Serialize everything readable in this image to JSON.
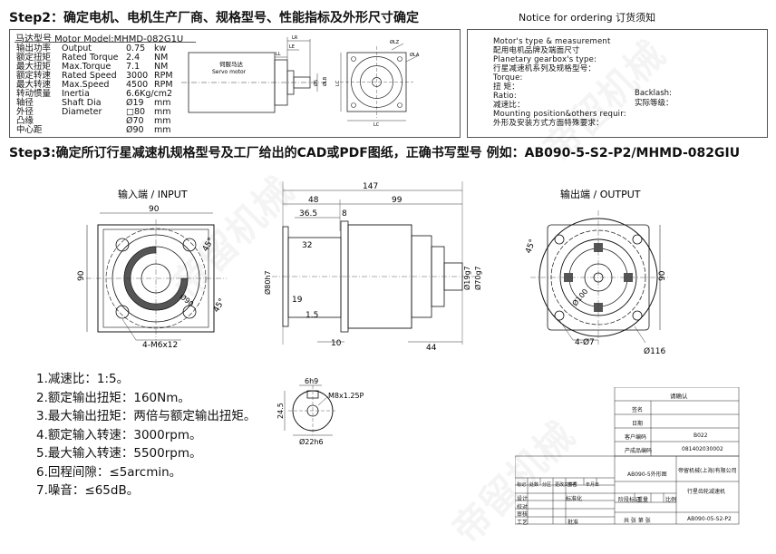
{
  "step2": {
    "title": "Step2：确定电机、电机生产厂商、规格型号、性能指标及外形尺寸确定"
  },
  "notice": {
    "title": "Notice for ordering  订货须知"
  },
  "motor": {
    "model_label": "马达型号 Motor Model:MHMD-082G1U",
    "rows": [
      {
        "cn": "输出功率",
        "en": "Output",
        "val": "0.75",
        "unit": "kw"
      },
      {
        "cn": "额定扭矩",
        "en": "Rated Torque",
        "val": "2.4",
        "unit": "NM"
      },
      {
        "cn": "最大扭矩",
        "en": "Max.Torque",
        "val": "7.1",
        "unit": "NM"
      },
      {
        "cn": "额定转速",
        "en": "Rated Speed",
        "val": "3000",
        "unit": "RPM"
      },
      {
        "cn": "最大转速",
        "en": "Max.Speed",
        "val": "4500",
        "unit": "RPM"
      },
      {
        "cn": "转动惯量",
        "en": "Inertia",
        "val": "6.6Kg/cm2",
        "unit": ""
      },
      {
        "cn": "轴径",
        "en": "Shaft Dia",
        "val": "Ø19",
        "unit": "mm"
      },
      {
        "cn": "外径",
        "en": "Diameter",
        "val": "□80",
        "unit": "mm"
      },
      {
        "cn": "凸缘",
        "en": "",
        "val": "Ø70",
        "unit": "mm"
      },
      {
        "cn": "中心距",
        "en": "",
        "val": "Ø90",
        "unit": "mm"
      }
    ],
    "servo_cn": "伺服马达",
    "servo_en": "Servo motor",
    "dim_labels": {
      "lr": "LR",
      "le": "LE",
      "ll": "LL",
      "lz": "ØLZ",
      "la": "ØLA",
      "lc": "LC",
      "s": "ØS",
      "lb": "ØLB"
    }
  },
  "order": {
    "lines": [
      "Motor's type & measurement",
      "配用电机品牌及端面尺寸",
      "Planetary  gearbox's  type:",
      "行星减速机系列及规格型号：",
      "Torque:",
      "扭    矩：",
      "Ratio:",
      "减速比：",
      "Mounting position&others requir:",
      "外形及安装方式方面特殊要求："
    ],
    "backlash": "Backlash:",
    "backlash_cn": "实际等级："
  },
  "step3": {
    "title": "Step3:确定所订行星减速机规格型号及工厂给出的CAD或PDF图纸，正确书写型号  例如：AB090-5-S2-P2/MHMD-082GIU"
  },
  "drawing": {
    "input_label": "输入端 / INPUT",
    "output_label": "输出端 / OUTPUT",
    "input_dims": {
      "w": "90",
      "h": "90",
      "angle1": "45°",
      "angle2": "45°",
      "bore": "Ø90",
      "holes": "4-M6x12"
    },
    "side_dims": {
      "total": "147",
      "a": "48",
      "b": "99",
      "c": "36.5",
      "d": "8",
      "e": "32",
      "f": "19",
      "g": "1.5",
      "h": "10",
      "i": "44",
      "j": "Ø80h7",
      "k": "Ø19g7",
      "l": "Ø70g7"
    },
    "output_dims": {
      "h": "90",
      "angle": "45°",
      "pcd": "Ø100",
      "holes": "4-Ø7",
      "flange": "Ø116"
    },
    "shaft_dims": {
      "key": "6h9",
      "thread": "M8x1.25P",
      "height": "24.5",
      "dia": "Ø22h6"
    }
  },
  "specs": [
    "1.减速比：1:5。",
    "2.额定输出扭矩：160Nm。",
    "3.最大输出扭矩：两倍与额定输出扭矩。",
    "4.额定输入转速：3000rpm。",
    "5.最大输入转速：5500rpm。",
    "6.回程间隙：≤5arcmin。",
    "7.噪音：≤65dB。"
  ],
  "title_block": {
    "confirm": "请确认",
    "sign": "签名",
    "date": "日期",
    "customer_code": "客户编码",
    "customer_code_val": "B022",
    "product_code": "产成品编码",
    "product_code_val": "081402030002",
    "drawing_name": "AB090-5外形图",
    "company": "帝留机械(上海)有限公司",
    "product": "行星齿轮减速机",
    "part_no": "AB090-05-S2-P2",
    "row_headers": [
      "标记",
      "处数",
      "分区",
      "更改文件号",
      "签名",
      "年月日"
    ],
    "design": "设计",
    "std": "标准化",
    "stage": "阶段标记",
    "weight": "重量",
    "scale": "比例",
    "check": "校对",
    "review": "审核",
    "craft": "工艺",
    "approve": "批准",
    "sheet": "共  张  第  张"
  },
  "watermark": "帝留机械"
}
